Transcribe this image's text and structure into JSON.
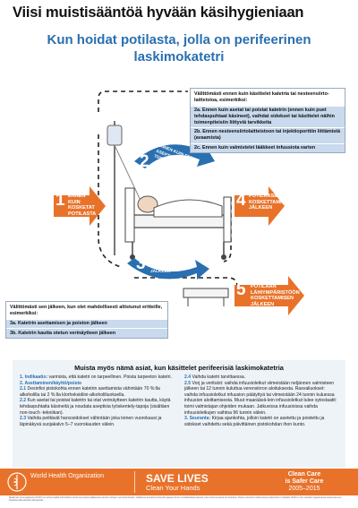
{
  "title": "Viisi muistisääntöä hyvään käsihygieniaan",
  "subtitle": "Kun hoidat potilasta, jolla on perifeerinen laskimokatetri",
  "moment1": {
    "num": "1",
    "label": "ENNEN KUIN KOSKETAT POTILASTA"
  },
  "moment2": {
    "num": "2",
    "label": "ENNEN KUIN TEET ASEPTISTA TOIMENPIDETTÄ"
  },
  "moment3": {
    "num": "3",
    "label": "ERITTEIDEN KÄSITTELYN JÄLKEEN"
  },
  "moment4": {
    "num": "4",
    "label": "POTILAASEEN KOSKETTAMISEN JÄLKEEN"
  },
  "moment5": {
    "num": "5",
    "label": "POTILAAN LÄHIYMPÄRISTÖÖN KOSKETTAMISEN JÄLKEEN"
  },
  "box_before": {
    "header": "Välittömästi ennen kuin käsittelet katetria tai nesteensiirto-laitteistoa, esimerkiksi:",
    "items": [
      "2a. Ennen kuin asetat tai poistat katetrin (ennen kuin puet tehdaspuhtaat käsineet), vaihdat sidokset tai käsittelet näihin toimenpiteisiin liittyviä tarvikkeita",
      "2b. Ennen nesteensiirtolaitteistoon tai injektioporttiin liittämistä (avaamista)",
      "2c. Ennen kuin valmistelet lääkkeet infuusiota varten"
    ]
  },
  "box_after": {
    "header": "Välittömästi sen jälkeen, kun olet mahdollisesti altistunut eritteille, esimerkiksi:",
    "items": [
      "3a. Katetrin asettamisen ja poiston jälkeen",
      "3b. Katetrin kautta otetun verinäytteen jälkeen"
    ]
  },
  "lower": {
    "title": "Muista myös nämä asiat, kun käsittelet perifeerisiä laskimokatetria",
    "left": [
      {
        "key": "1. Indikaatio:",
        "text": " varmista, että katetri on tarpeellinen. Poista tarpeeton katetri."
      },
      {
        "key": "2. Asettaminen/käyttö/poisto",
        "text": ""
      },
      {
        "key": "2.1",
        "text": " Desinfioi pistokohta ennen katetrin asettamista vähintään 70 %:lla alkoholilla tai 2 %:lla klorheksidiini-alkoholiliuoksella."
      },
      {
        "key": "2.2",
        "text": " Kun asetat tai poistat katetrin tai otat verinäytteen katetrin kautta, käytä tehdaspuhtaita käsineitä ja noudata aseptisia työskentely-tapoja (sisältäen non-touch -tekniikan)."
      },
      {
        "key": "2.3",
        "text": " Vaihda peittävät harsosidokset vähintään joka toinen vuorokausi ja läpinäkyvä suojakalvo 5–7 vuorokauden välein."
      }
    ],
    "right": [
      {
        "key": "2.4",
        "text": " Vaihda katetri tarvittaessa."
      },
      {
        "key": "2.5",
        "text": " Vorj ja veritulot: vaihda infuusioletkut viimeistään neljännen valmisteen jälkeen tai 12 tunnin kuluttua verensiirron aloituksesta. Rasvaliuokset: vaihda infuusioletkut infuusion päätyttyä tai viimeistään 24 tunnin kuluessa infuusion aloittamisesta. Muut maaräävä-lein infuusioletkut tulee sytostaatit: toimi valmistajan ohjeiden mukaan. Jatkuvissa infuusioissa vaihda infuusioletkujen vaihtoa 96 tunnin välein."
      },
      {
        "key": "3. Seuranta:",
        "text": " Kirjaa ajankohta, jolloin katetri on asetettu ja poistettu ja sidokset vaihdettu sekä päivittäinen pistokohdan ihon kunto."
      }
    ]
  },
  "footer": {
    "who": "World Health Organization",
    "save": "SAVE LIVES",
    "clean": "Clean Your Hands",
    "cc1": "Clean Care",
    "cc2": "is Safer Care",
    "years": "2005–2015"
  },
  "disclaimer": "Maailman terveysjärjestö (WHO) on tehnyt kaikki kohtuulliset varotoimet tässä julkaisussa olevien tietojen varmistamiseksi. Julkaistua aineistoa kuitenkin jaetaan ilman minkäänlaista takuuta, joko nimenomaista tai oletettua. Vastuu aineiston tulkinnasta ja käytöstä on lukijalla. WHO ei ole missään tapauksessa vastuussa sen käytöstä aiheutuvista vahingoista."
}
